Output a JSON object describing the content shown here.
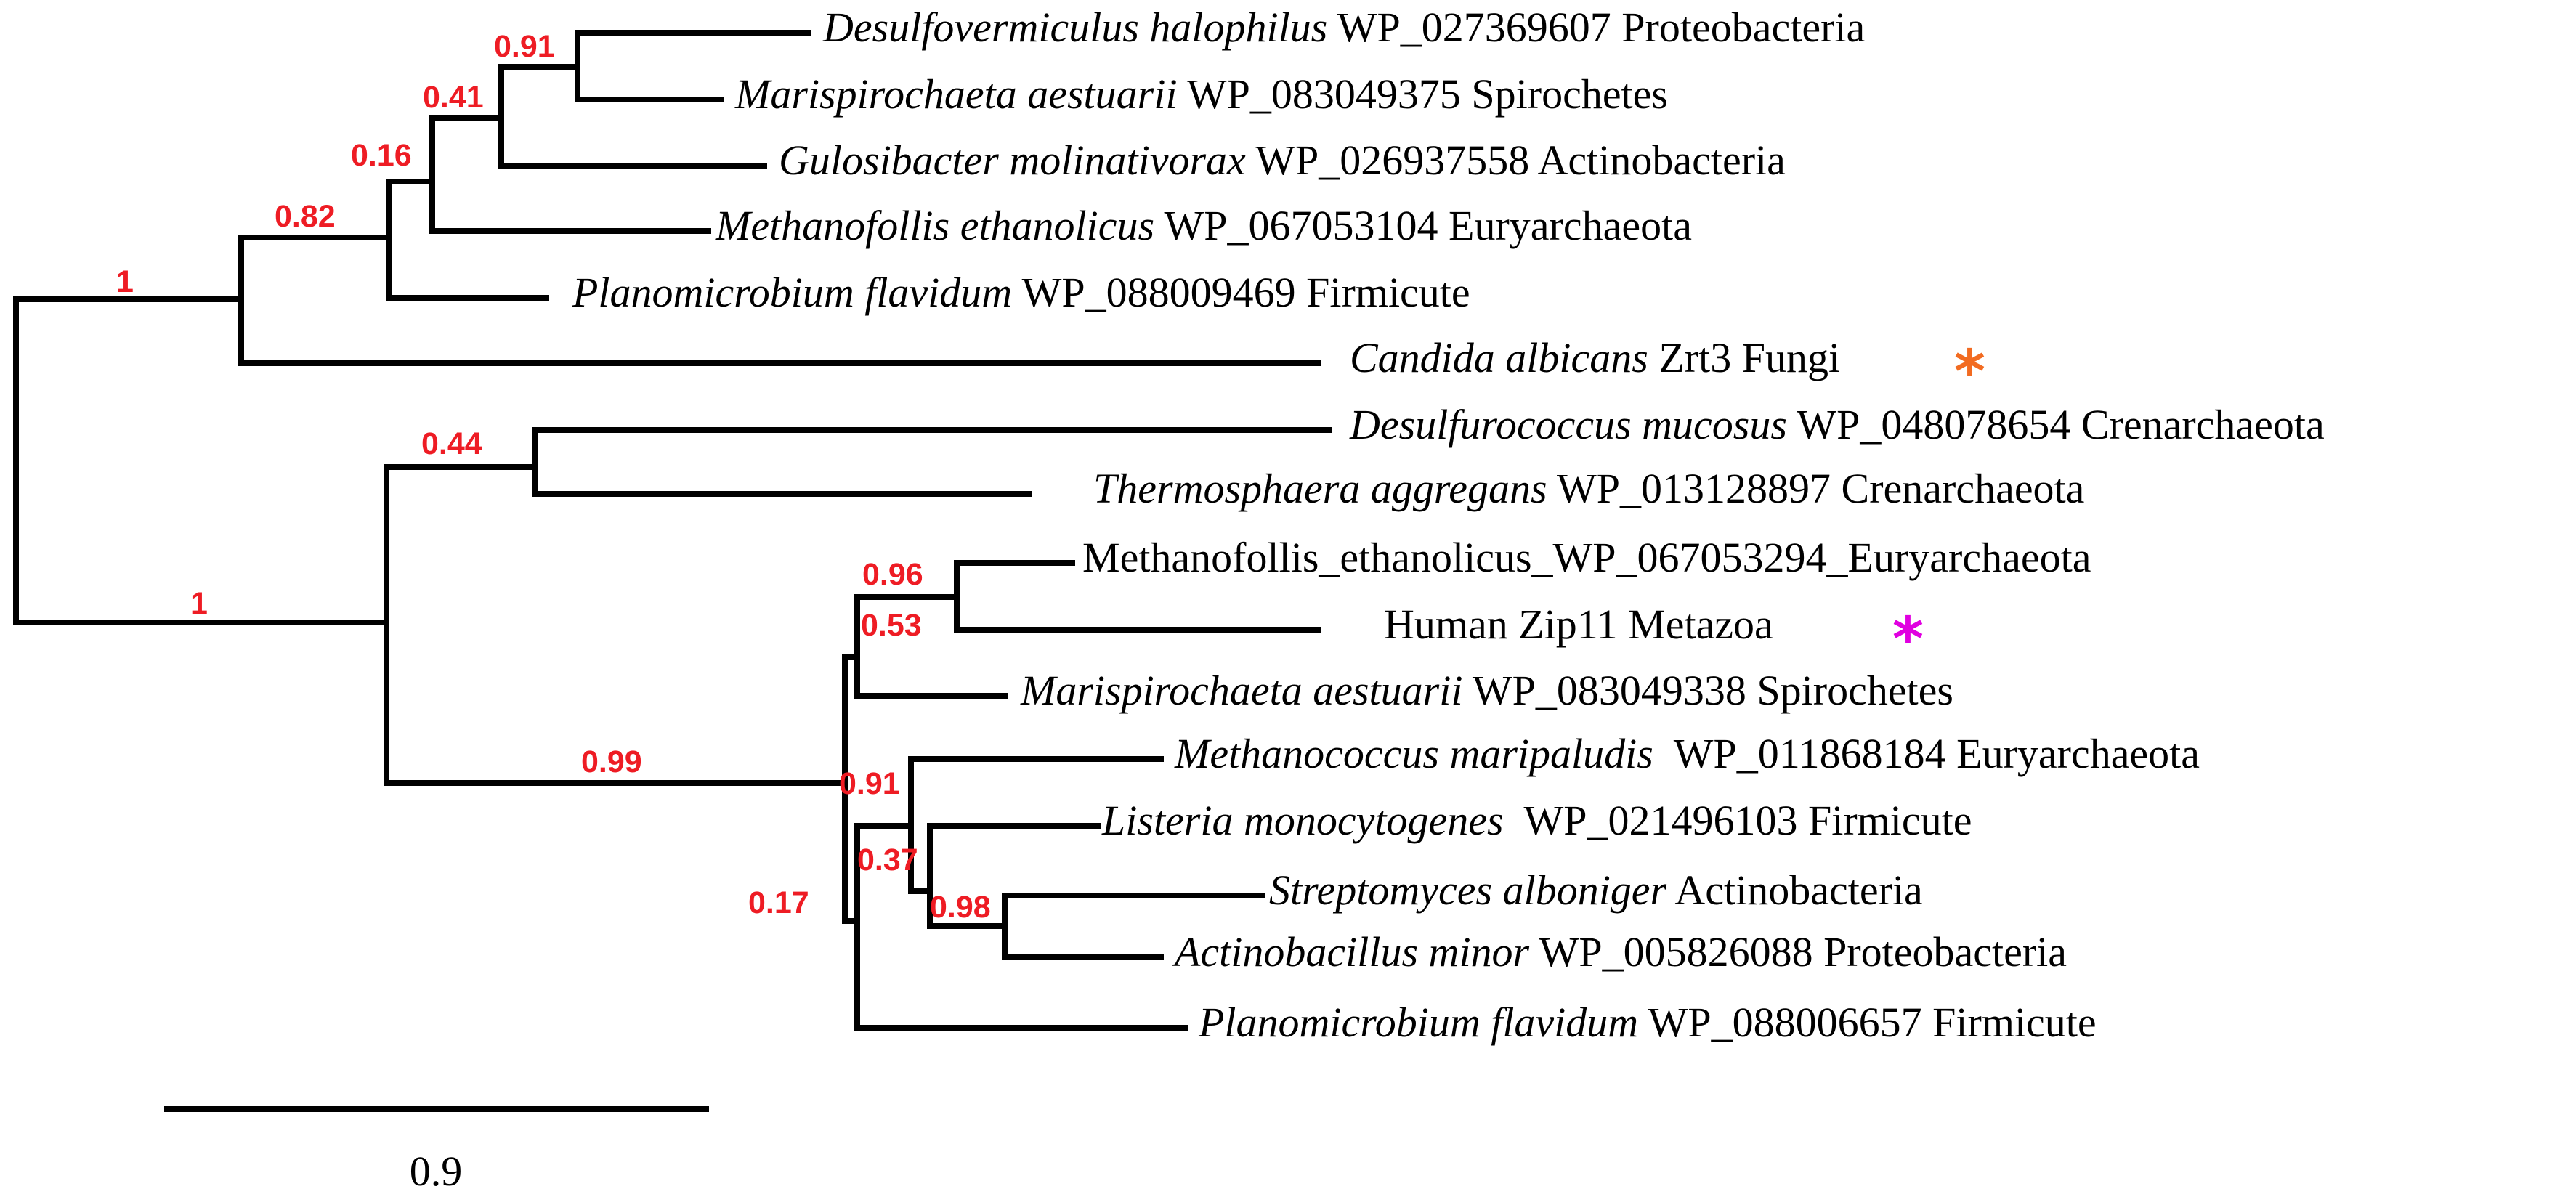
{
  "colors": {
    "branch": "#000000",
    "support_label": "#ee1c24",
    "fungi_marker": "#f26b21",
    "metazoa_marker": "#e000e0"
  },
  "support_values": [
    "0.91",
    "0.41",
    "0.16",
    "0.82",
    "1",
    "0.44",
    "1",
    "0.96",
    "0.53",
    "0.99",
    "0.91",
    "0.37",
    "0.98",
    "0.17"
  ],
  "leaves": [
    {
      "species": "Desulfovermiculus halophilus",
      "rest": " WP_027369607 Proteobacteria",
      "marker": ""
    },
    {
      "species": "Marispirochaeta aestuarii",
      "rest": " WP_083049375 Spirochetes",
      "marker": ""
    },
    {
      "species": "Gulosibacter molinativorax",
      "rest": " WP_026937558 Actinobacteria",
      "marker": ""
    },
    {
      "species": "Methanofollis ethanolicus",
      "rest": " WP_067053104 Euryarchaeota",
      "marker": ""
    },
    {
      "species": "Planomicrobium flavidum",
      "rest": " WP_088009469 Firmicute",
      "marker": ""
    },
    {
      "species": "Candida albicans",
      "rest": " Zrt3 Fungi",
      "marker": "*"
    },
    {
      "species": "Desulfurococcus mucosus",
      "rest": " WP_048078654 Crenarchaeota",
      "marker": ""
    },
    {
      "species": "Thermosphaera aggregans",
      "rest": " WP_013128897 Crenarchaeota",
      "marker": ""
    },
    {
      "species": "",
      "rest": "Methanofollis_ethanolicus_WP_067053294_Euryarchaeota",
      "marker": ""
    },
    {
      "species": "",
      "rest": "Human Zip11 Metazoa",
      "marker": "*"
    },
    {
      "species": "Marispirochaeta aestuarii",
      "rest": " WP_083049338 Spirochetes",
      "marker": ""
    },
    {
      "species": "Methanococcus maripaludis",
      "rest": "  WP_011868184 Euryarchaeota",
      "marker": ""
    },
    {
      "species": "Listeria monocytogenes",
      "rest": "  WP_021496103 Firmicute",
      "marker": ""
    },
    {
      "species": "Streptomyces alboniger",
      "rest": " Actinobacteria",
      "marker": ""
    },
    {
      "species": "Actinobacillus minor",
      "rest": " WP_005826088 Proteobacteria",
      "marker": ""
    },
    {
      "species": "Planomicrobium flavidum",
      "rest": " WP_088006657 Firmicute",
      "marker": ""
    }
  ],
  "scale_bar": {
    "label": "0.9"
  }
}
